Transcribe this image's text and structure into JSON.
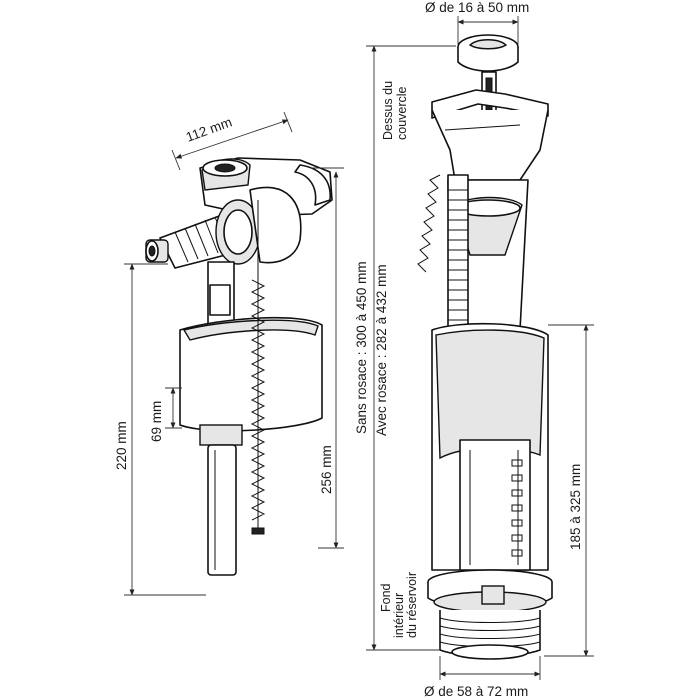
{
  "labels": {
    "width_112": "112 mm",
    "height_220": "220 mm",
    "height_69": "69 mm",
    "height_256": "256 mm",
    "diameter_top": "Ø de 16 à 50 mm",
    "diameter_bottom": "Ø de 58 à 72 mm",
    "lid_top": [
      "Dessus du",
      "couvercle"
    ],
    "without_rosette": "Sans rosace : 300 à 450 mm",
    "with_rosette": "Avec rosace : 282 à 432 mm",
    "tank_bottom": [
      "Fond",
      "intérieur",
      "du réservoir"
    ],
    "height_185_325": "185 à 325 mm"
  }
}
